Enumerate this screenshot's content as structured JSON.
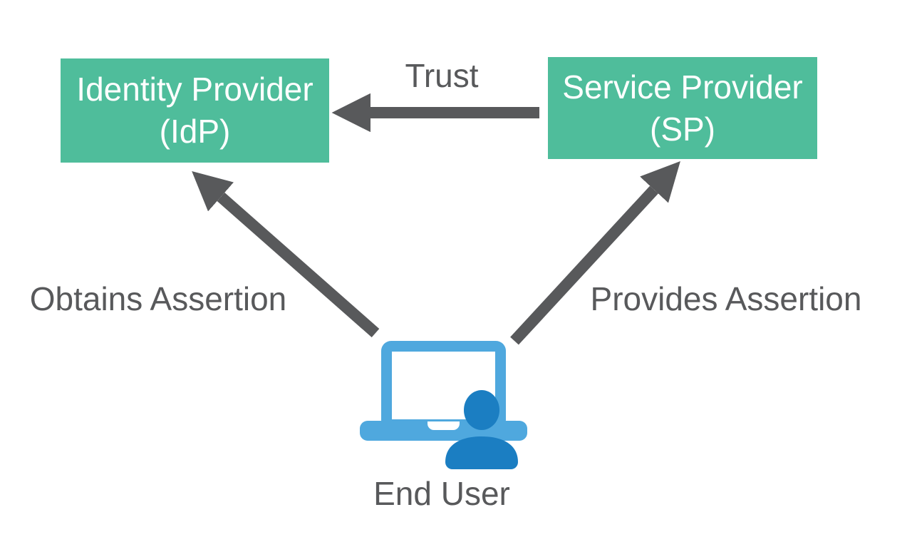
{
  "diagram": {
    "type": "flow-diagram",
    "topic": "SAML identity federation trust relationship",
    "nodes": {
      "idp": {
        "line1": "Identity Provider",
        "line2": "(IdP)"
      },
      "sp": {
        "line1": "Service Provider",
        "line2": "(SP)"
      },
      "end_user": {
        "label": "End User",
        "icon": "laptop-user-icon"
      }
    },
    "edges": {
      "trust": {
        "label": "Trust",
        "from": "sp",
        "to": "idp",
        "direction": "right-to-left"
      },
      "obtains_assertion": {
        "label": "Obtains Assertion",
        "from": "end_user",
        "to": "idp",
        "direction": "up-left"
      },
      "provides_assertion": {
        "label": "Provides Assertion",
        "from": "end_user",
        "to": "sp",
        "direction": "up-right"
      }
    }
  },
  "colors": {
    "node_fill": "#4fbd9b",
    "node_text": "#ffffff",
    "arrow": "#58595b",
    "text": "#58595b",
    "laptop_blue": "#4fa8de",
    "person_blue": "#1b7ec2",
    "background": "#ffffff"
  }
}
